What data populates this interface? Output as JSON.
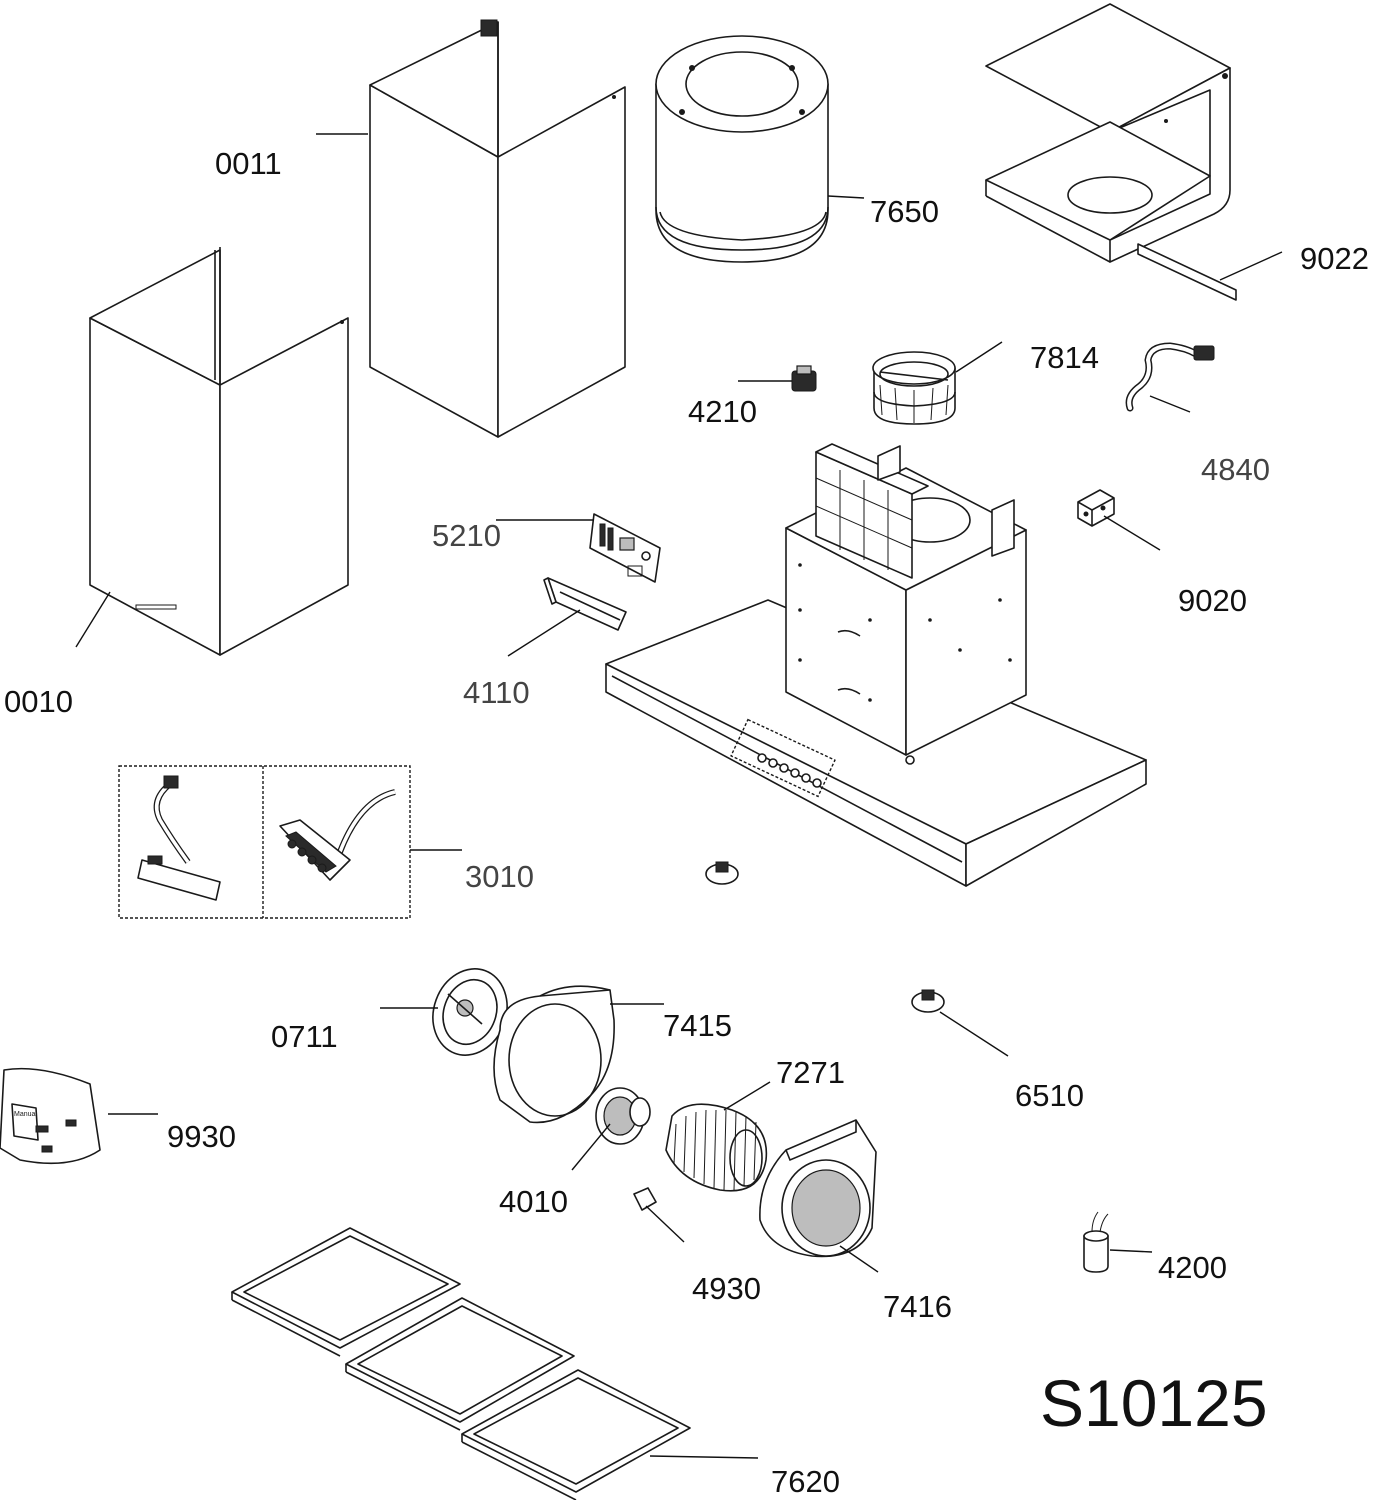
{
  "parts": {
    "p0010": "0010",
    "p0011": "0011",
    "p7650": "7650",
    "p9022": "9022",
    "p7814": "7814",
    "p4210": "4210",
    "p4840": "4840",
    "p5210": "5210",
    "p9020": "9020",
    "p4110": "4110",
    "p3010": "3010",
    "p0711": "0711",
    "p7415": "7415",
    "p7271": "7271",
    "p6510": "6510",
    "p9930": "9930",
    "p4010": "4010",
    "p4930": "4930",
    "p4200": "4200",
    "p7416": "7416",
    "p7620": "7620"
  },
  "drawing_code": "S10125",
  "manual_bag_text": "Manual"
}
